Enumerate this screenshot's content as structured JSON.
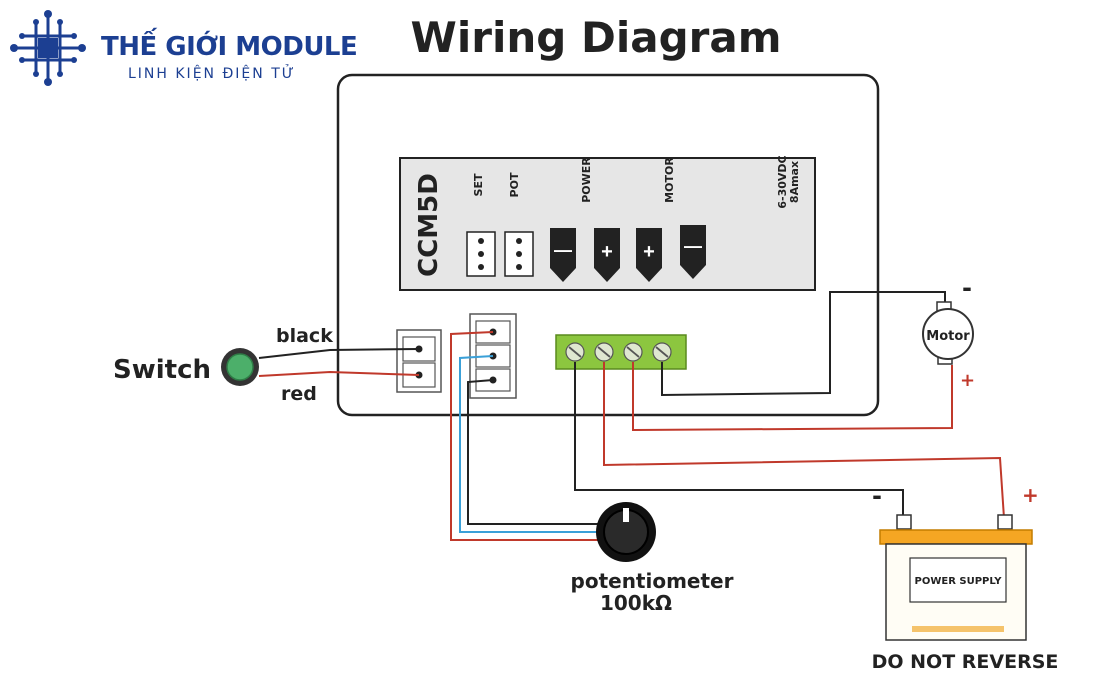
{
  "logo": {
    "brand": "THẾ GIỚI MODULE",
    "tagline": "LINH KIỆN ĐIỆN TỬ",
    "icon": "circuit-chip-icon"
  },
  "diagram": {
    "title": "Wiring Diagram",
    "model": "CCM5D",
    "headers": {
      "set": "SET",
      "pot": "POT"
    },
    "groups": {
      "power": "POWER",
      "motor": "MOTOR"
    },
    "rating": [
      "6-30VDC",
      "8Amax"
    ],
    "terminal_signs": [
      "—",
      "+",
      "+",
      "—"
    ],
    "switch": {
      "label": "Switch",
      "wire1": "black",
      "wire2": "red"
    },
    "motor": {
      "label": "Motor",
      "minus": "-",
      "plus": "+"
    },
    "potentiometer": {
      "line1": "potentiometer",
      "line2": "100kΩ"
    },
    "power_supply": {
      "label": "POWER SUPPLY",
      "minus": "-",
      "plus": "+",
      "warning": "DO NOT REVERSE"
    }
  },
  "colors": {
    "brand": "#1c3f92",
    "wire_red": "#c0392b",
    "wire_black": "#222222",
    "wire_blue": "#3aa0d8",
    "terminal_green": "#8cc63f",
    "battery_orange": "#f5a623"
  }
}
